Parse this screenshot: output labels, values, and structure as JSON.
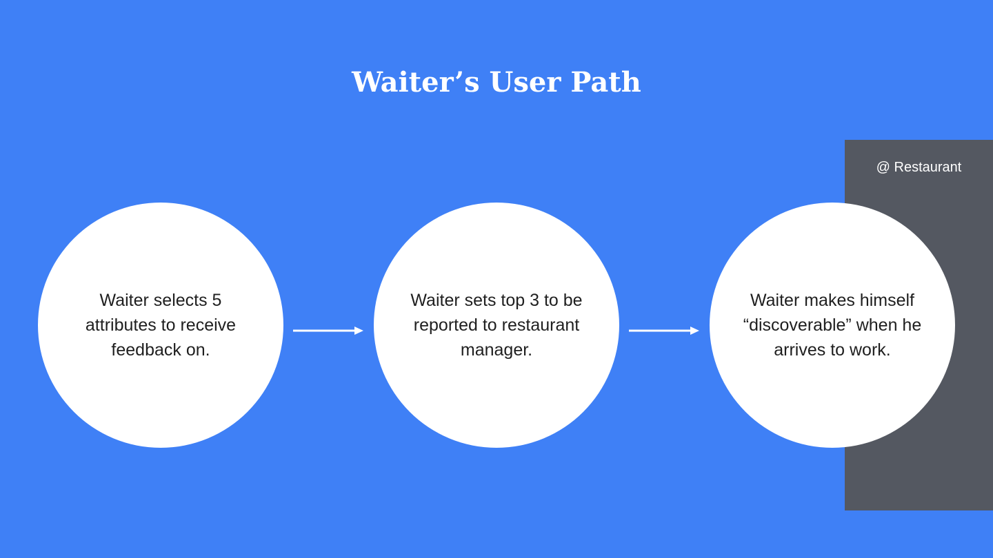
{
  "title": "Waiter’s User Path",
  "context_panel": {
    "label": "@ Restaurant"
  },
  "steps": [
    {
      "text": "Waiter selects 5 attributes to receive feedback on."
    },
    {
      "text": "Waiter sets top 3 to be reported to restaurant manager."
    },
    {
      "text": "Waiter makes himself “discoverable” when he arrives to work."
    }
  ],
  "colors": {
    "background": "#3f80f6",
    "panel": "#545861",
    "circle": "#ffffff",
    "text": "#1f1f1f",
    "arrow": "#ffffff"
  }
}
